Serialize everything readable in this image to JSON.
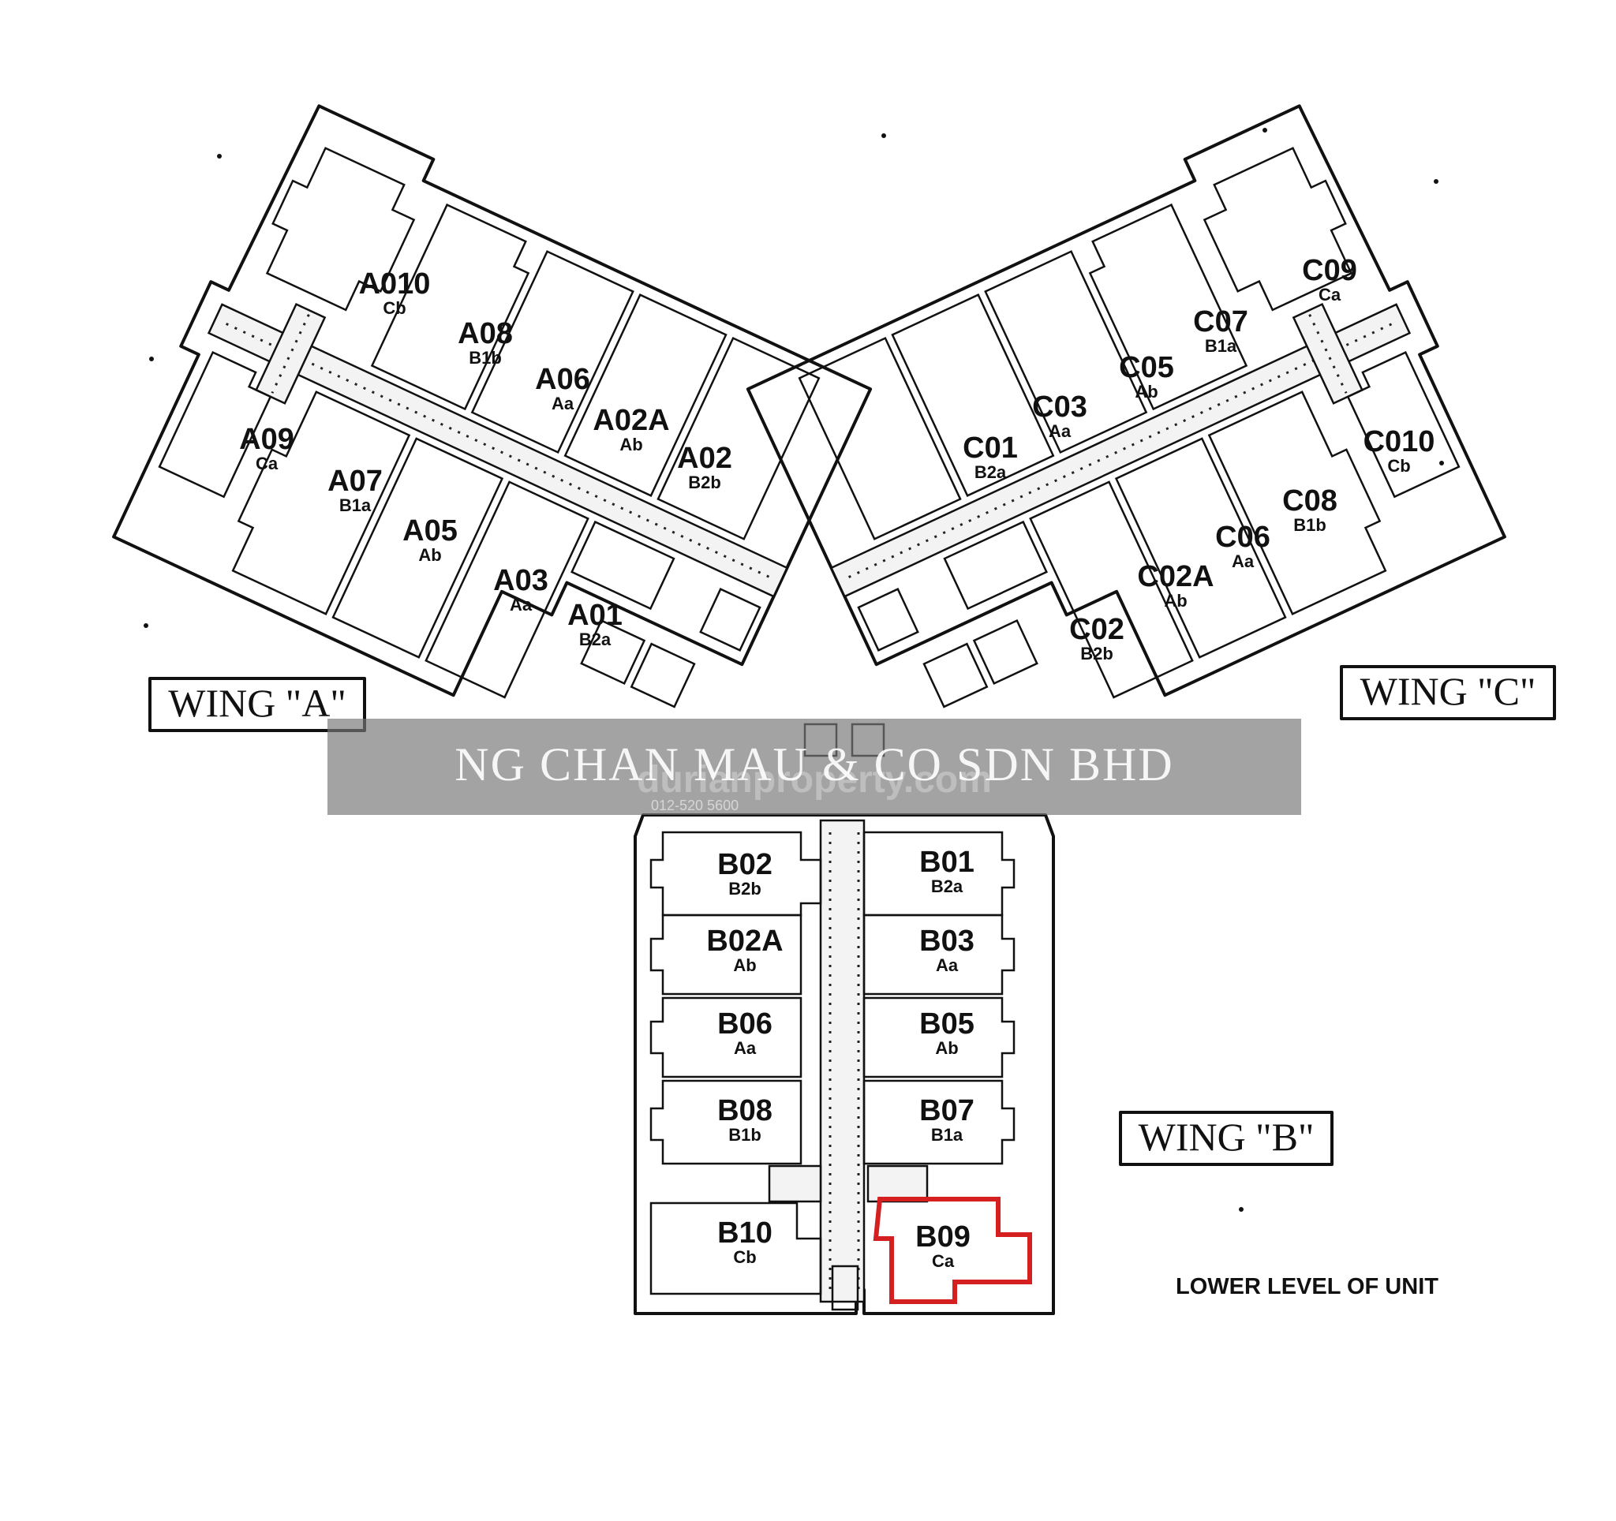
{
  "highlight_color": "#d42020",
  "wings": {
    "a": {
      "label": "WING \"A\"",
      "units": [
        {
          "code": "A010",
          "type": "Cb"
        },
        {
          "code": "A08",
          "type": "B1b"
        },
        {
          "code": "A06",
          "type": "Aa"
        },
        {
          "code": "A02A",
          "type": "Ab"
        },
        {
          "code": "A02",
          "type": "B2b"
        },
        {
          "code": "A09",
          "type": "Ca"
        },
        {
          "code": "A07",
          "type": "B1a"
        },
        {
          "code": "A05",
          "type": "Ab"
        },
        {
          "code": "A03",
          "type": "Aa"
        },
        {
          "code": "A01",
          "type": "B2a"
        }
      ]
    },
    "c": {
      "label": "WING \"C\"",
      "units": [
        {
          "code": "C09",
          "type": "Ca"
        },
        {
          "code": "C07",
          "type": "B1a"
        },
        {
          "code": "C05",
          "type": "Ab"
        },
        {
          "code": "C03",
          "type": "Aa"
        },
        {
          "code": "C01",
          "type": "B2a"
        },
        {
          "code": "C010",
          "type": "Cb"
        },
        {
          "code": "C08",
          "type": "B1b"
        },
        {
          "code": "C06",
          "type": "Aa"
        },
        {
          "code": "C02A",
          "type": "Ab"
        },
        {
          "code": "C02",
          "type": "B2b"
        }
      ]
    },
    "b": {
      "label": "WING \"B\"",
      "units": [
        {
          "code": "B02",
          "type": "B2b"
        },
        {
          "code": "B02A",
          "type": "Ab"
        },
        {
          "code": "B06",
          "type": "Aa"
        },
        {
          "code": "B08",
          "type": "B1b"
        },
        {
          "code": "B10",
          "type": "Cb"
        },
        {
          "code": "B01",
          "type": "B2a"
        },
        {
          "code": "B03",
          "type": "Aa"
        },
        {
          "code": "B05",
          "type": "Ab"
        },
        {
          "code": "B07",
          "type": "B1a"
        },
        {
          "code": "B09",
          "type": "Ca"
        }
      ]
    }
  },
  "highlighted_unit": "B09",
  "note": "LOWER LEVEL OF UNIT",
  "watermark": {
    "company": "NG CHAN MAU & CO SDN BHD",
    "site": "durianproperty.com",
    "phone": "012-520 5600"
  }
}
